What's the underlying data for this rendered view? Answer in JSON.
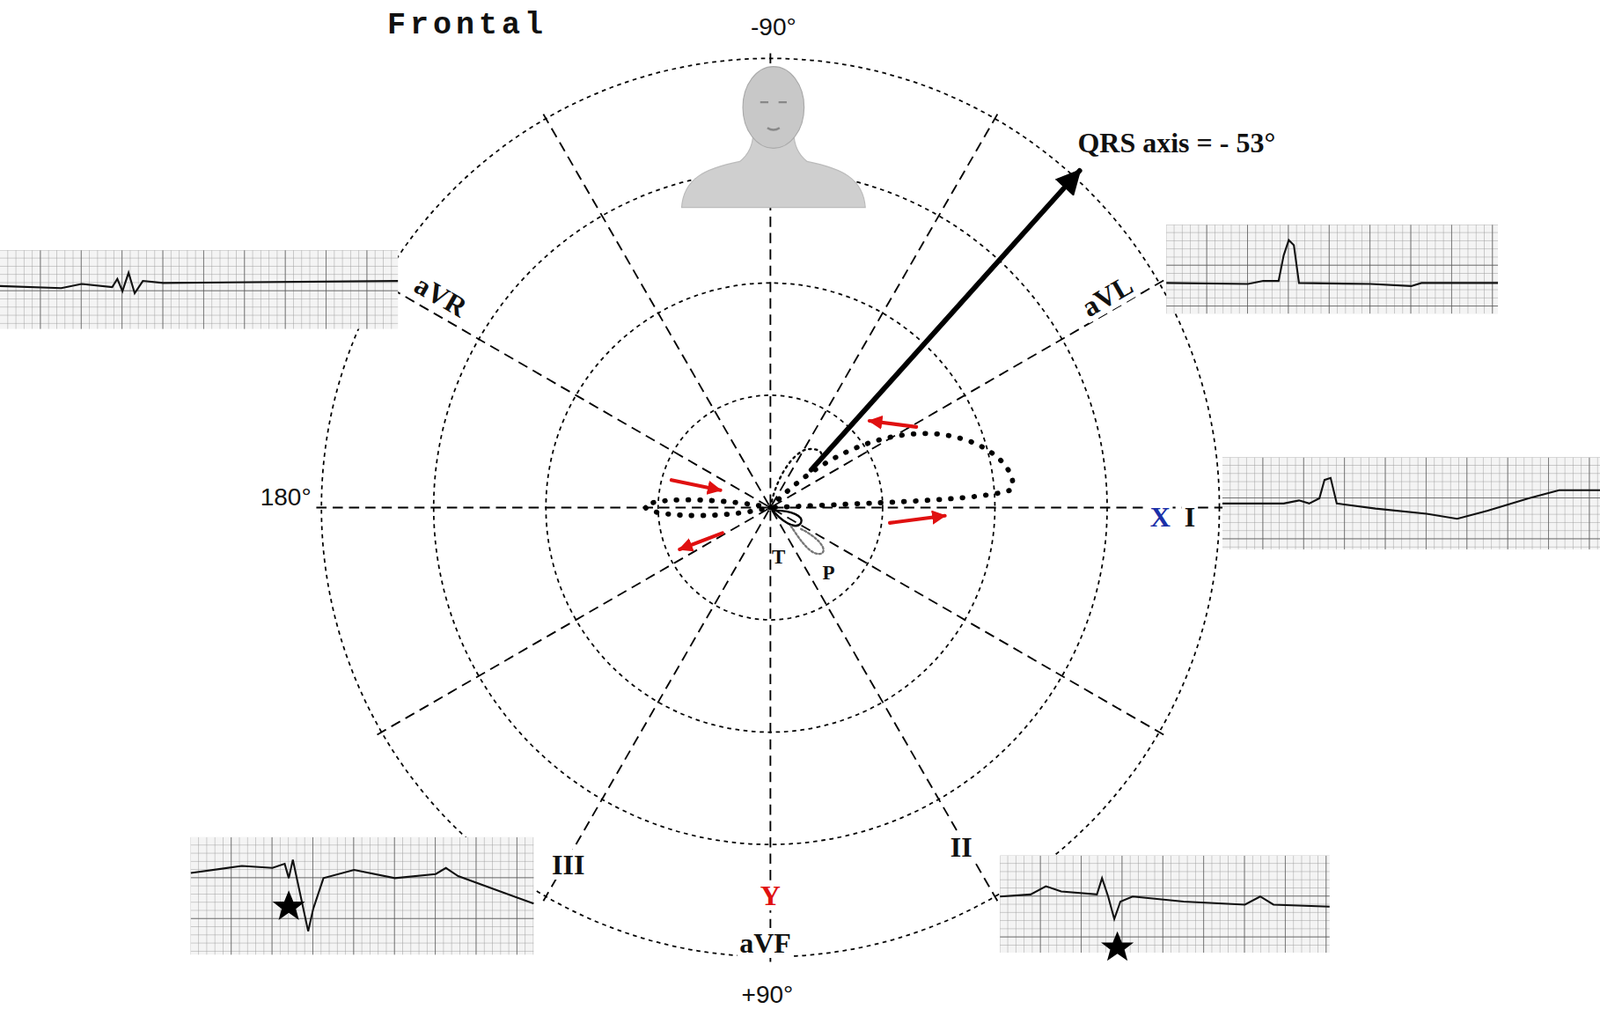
{
  "diagram": {
    "title": "Frontal",
    "labels": [
      "-90°",
      "QRS axis = - 53°",
      "aVR",
      "aVL",
      "180°",
      "X",
      "I",
      "T",
      "P",
      "III",
      "Y",
      "aVF",
      "II",
      "+90°"
    ]
  }
}
